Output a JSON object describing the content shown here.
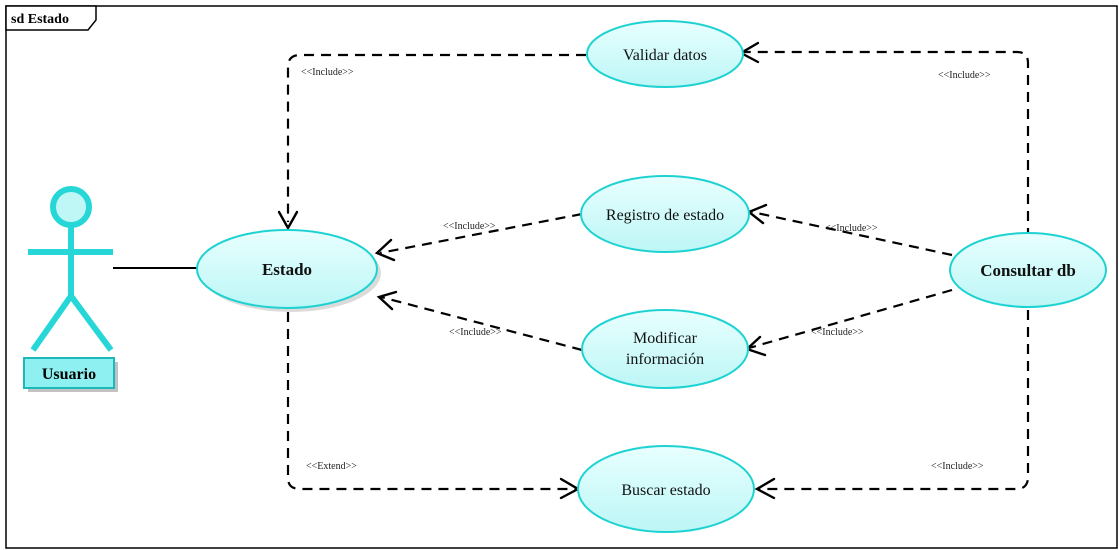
{
  "frame": {
    "title": "sd Estado"
  },
  "actor": {
    "name": "Usuario"
  },
  "use_cases": {
    "estado": "Estado",
    "validar_datos": "Validar datos",
    "registro_estado": "Registro de estado",
    "consultar_db": "Consultar db",
    "modificar_line1": "Modificar",
    "modificar_line2": "información",
    "buscar_estado": "Buscar estado"
  },
  "stereotypes": {
    "include": "<<Include>>",
    "extend": "<<Extend>>"
  },
  "colors": {
    "usecase_fill": "#c8fafa",
    "usecase_stroke": "#1fd2d2",
    "actor": "#27d6d6",
    "actor_label_fill": "#8ef0f0",
    "line": "#000000"
  }
}
